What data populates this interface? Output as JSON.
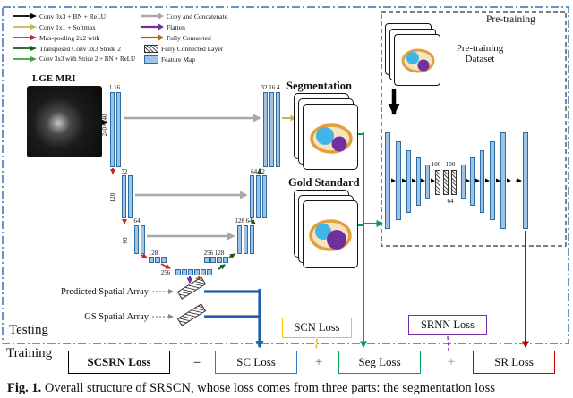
{
  "legend": {
    "col1": [
      "Conv 3x3 + BN + ReLU",
      "Conv 1x1 + Softmax",
      "Max-pooling 2x2 with",
      "Transposed Conv 3x3 Stride 2",
      "Conv 3x3 with Stride 2 + BN + ReLU"
    ],
    "col2": [
      "Copy and Concatenate",
      "Flatten",
      "Fully Connected",
      "Fully Connected Layer",
      "Feature Map"
    ]
  },
  "labels": {
    "lge_mri": "LGE MRI",
    "segmentation": "Segmentation",
    "gold_standard": "Gold Standard",
    "pretraining": "Pre-training",
    "pretraining_dataset": "Pre-training Dataset",
    "predicted_spatial_array": "Predicted Spatial Array",
    "gs_spatial_array": "GS Spatial Array",
    "testing": "Testing",
    "training": "Training"
  },
  "unet": {
    "l1_enc": "1 16",
    "l1_size": "240×240",
    "l1_dec": "32 16 4",
    "l2_enc": "32",
    "l2_size": "120",
    "l2_dec": "64 32",
    "l3_enc": "64",
    "l3_size": "60",
    "l3_dec": "128 64",
    "l4_enc": "128",
    "l4_dec": "256 128",
    "bottleneck": "256"
  },
  "srnn": {
    "fc1": "100",
    "fc2": "100",
    "fc3": "64"
  },
  "equation": {
    "result": "SCSRN Loss",
    "equals": "=",
    "term_sc": "SC Loss",
    "plus1": "+",
    "term_seg": "Seg Loss",
    "plus2": "+",
    "term_sr": "SR Loss"
  },
  "aux": {
    "scn": "SCN Loss",
    "srnn": "SRNN Loss"
  },
  "caption": {
    "prefix": "Fig. 1.",
    "text": "Overall structure of SRSCN, whose loss comes from three parts: the segmentation loss"
  },
  "colors": {
    "sc_blue": "#2e75b6",
    "seg_green": "#00a050",
    "sr_red": "#c00000",
    "scn_yellow": "#ffc000",
    "srnn_purple": "#7030a0",
    "feature_map_blue": "#9dc3e6",
    "region_border_blue": "#3a6bbf"
  }
}
